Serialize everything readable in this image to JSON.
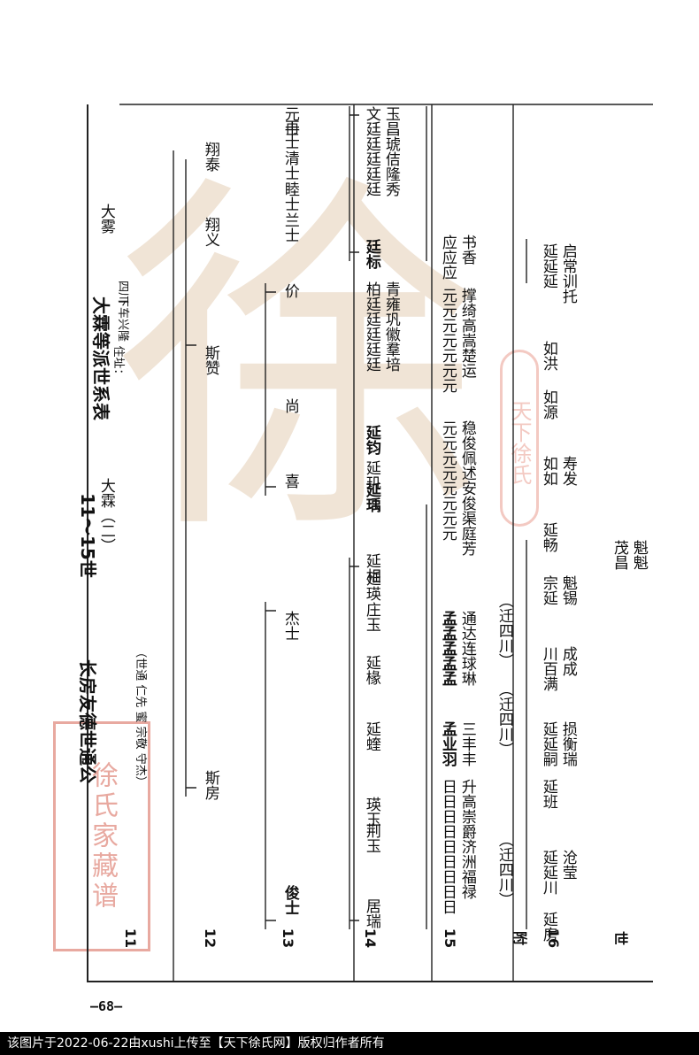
{
  "header": {
    "branch_title": "长房友德世通公",
    "gen_range": "11～15世",
    "table_title": "大霖等派世系表",
    "residence_label": "住址：",
    "residence_place": "下车兴隆",
    "residence_region": "四川",
    "siblings_note": "（世通 仁先 蜜 宗敬 守杰）"
  },
  "generations": {
    "g11": "11",
    "g12": "12",
    "g13": "13",
    "g14": "14",
    "g15": "15",
    "fu": "附",
    "g16": "16",
    "shi": "世"
  },
  "tree": {
    "g11": {
      "da_lin": "大霖（二）",
      "da_wu": "大雾"
    },
    "g12": {
      "si_fang": "斯房",
      "si_zan": "斯赞",
      "peng_yi": "翔义",
      "peng_tai": "翔泰"
    },
    "g13": {
      "jun_shi": "俊士",
      "jie_shi": "杰士",
      "xi": "喜",
      "shang": "尚",
      "jie": "价",
      "lan_shi": "兰士",
      "ling_shi": "睦士",
      "qing_shi": "清士",
      "zai_shi": "再士",
      "yuan_shi": "元士"
    },
    "g14": {
      "ju_rui": "居瑞",
      "jing_yu": "荆玉",
      "ying_yu": "瑛玉",
      "yan_kui": "延蝰",
      "yan_sen": "延椽",
      "zhuang_yu": "庄玉",
      "yan_ying": "延瑛",
      "yan_ye": "延相",
      "yan_yu": "延瑀",
      "yan_ji": "延玑",
      "yan_jun": "延钧",
      "row_c": "柏廷廷廷廷廷",
      "row_d": "青雍巩徽羣培",
      "yan_biao": "廷标",
      "row_e": "文廷廷廷廷廷",
      "row_f": "玉昌琥佶隆秀"
    },
    "g15": {
      "row_a": "日日日日日日日日日",
      "row_b": "升高崇爵济洲福禄",
      "row_c": "孟业羽",
      "row_d": "三丰丰",
      "row_e": "孟孟孟孟孟",
      "row_f": "通达连球琳",
      "row_g": "元元元元元元元元",
      "row_h": "稳俊佩述安俊渠庭芳",
      "row_i": "元元元元元元元",
      "row_j": "撑绮高嵩楚运",
      "row_k": "应应应",
      "row_l": "书香"
    },
    "fu": {
      "shi_xi_1": "（迁四川）",
      "shi_xi_2": "（迁四川）",
      "shi_xi_3": "（迁四川）"
    },
    "g16": {
      "a": "延延川",
      "b": "沧莹",
      "c": "延班",
      "d": "延延嗣",
      "e": "损衡瑞",
      "f": "川百满",
      "g": "成成",
      "h": "宗延",
      "i": "魁锡",
      "j": "延畅",
      "k": "如如",
      "l": "寿发",
      "m": "如源",
      "n": "如洪",
      "o": "延延延",
      "p": "启常训托",
      "q": "延房"
    },
    "after": {
      "a": "茂昌",
      "b": "魁魁"
    }
  },
  "page_number": "—68—",
  "footer_text": "该图片于2022-06-22由xushi上传至【天下徐氏网】版权归作者所有",
  "watermark": {
    "big": "徐",
    "seal": "天下徐氏"
  },
  "stamp": {
    "text": "徐氏家藏谱"
  },
  "colors": {
    "watermark": "#ead9c6",
    "stamp": "#e8a9a0",
    "ink": "#111111"
  }
}
